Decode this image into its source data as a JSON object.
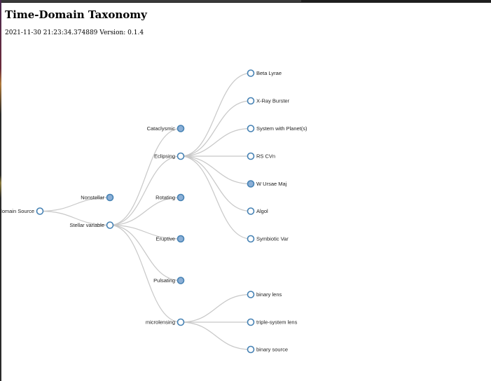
{
  "header": {
    "title": "Time-Domain Taxonomy",
    "timestamp": "2021-11-30 21:23:34.374889",
    "version_label": "Version: 0.1.4"
  },
  "colors": {
    "stroke": "#4682b4",
    "collapsed_fill": "#8bafd6",
    "expanded_fill": "#ffffff",
    "link": "#c8c8c8"
  },
  "tree": {
    "root": {
      "label": "Time-domain Source",
      "collapsed": false,
      "children": [
        {
          "label": "Nonstellar",
          "collapsed": true
        },
        {
          "label": "Stellar variable",
          "collapsed": false,
          "children": [
            {
              "label": "Cataclysmic",
              "collapsed": true
            },
            {
              "label": "Eclipsing",
              "collapsed": false,
              "children": [
                {
                  "label": "Beta Lyrae",
                  "collapsed": false
                },
                {
                  "label": "X-Ray Burster",
                  "collapsed": false
                },
                {
                  "label": "System with Planet(s)",
                  "collapsed": false
                },
                {
                  "label": "RS CVn",
                  "collapsed": false
                },
                {
                  "label": "W Ursae Maj",
                  "collapsed": true
                },
                {
                  "label": "Algol",
                  "collapsed": false
                },
                {
                  "label": "Symbiotic Var",
                  "collapsed": false
                }
              ]
            },
            {
              "label": "Rotating",
              "collapsed": true
            },
            {
              "label": "Eruptive",
              "collapsed": true
            },
            {
              "label": "Pulsating",
              "collapsed": true
            },
            {
              "label": "microlensing",
              "collapsed": false,
              "children": [
                {
                  "label": "binary lens",
                  "collapsed": false
                },
                {
                  "label": "triple-system lens",
                  "collapsed": false
                },
                {
                  "label": "binary source",
                  "collapsed": false
                }
              ]
            }
          ]
        }
      ]
    }
  }
}
